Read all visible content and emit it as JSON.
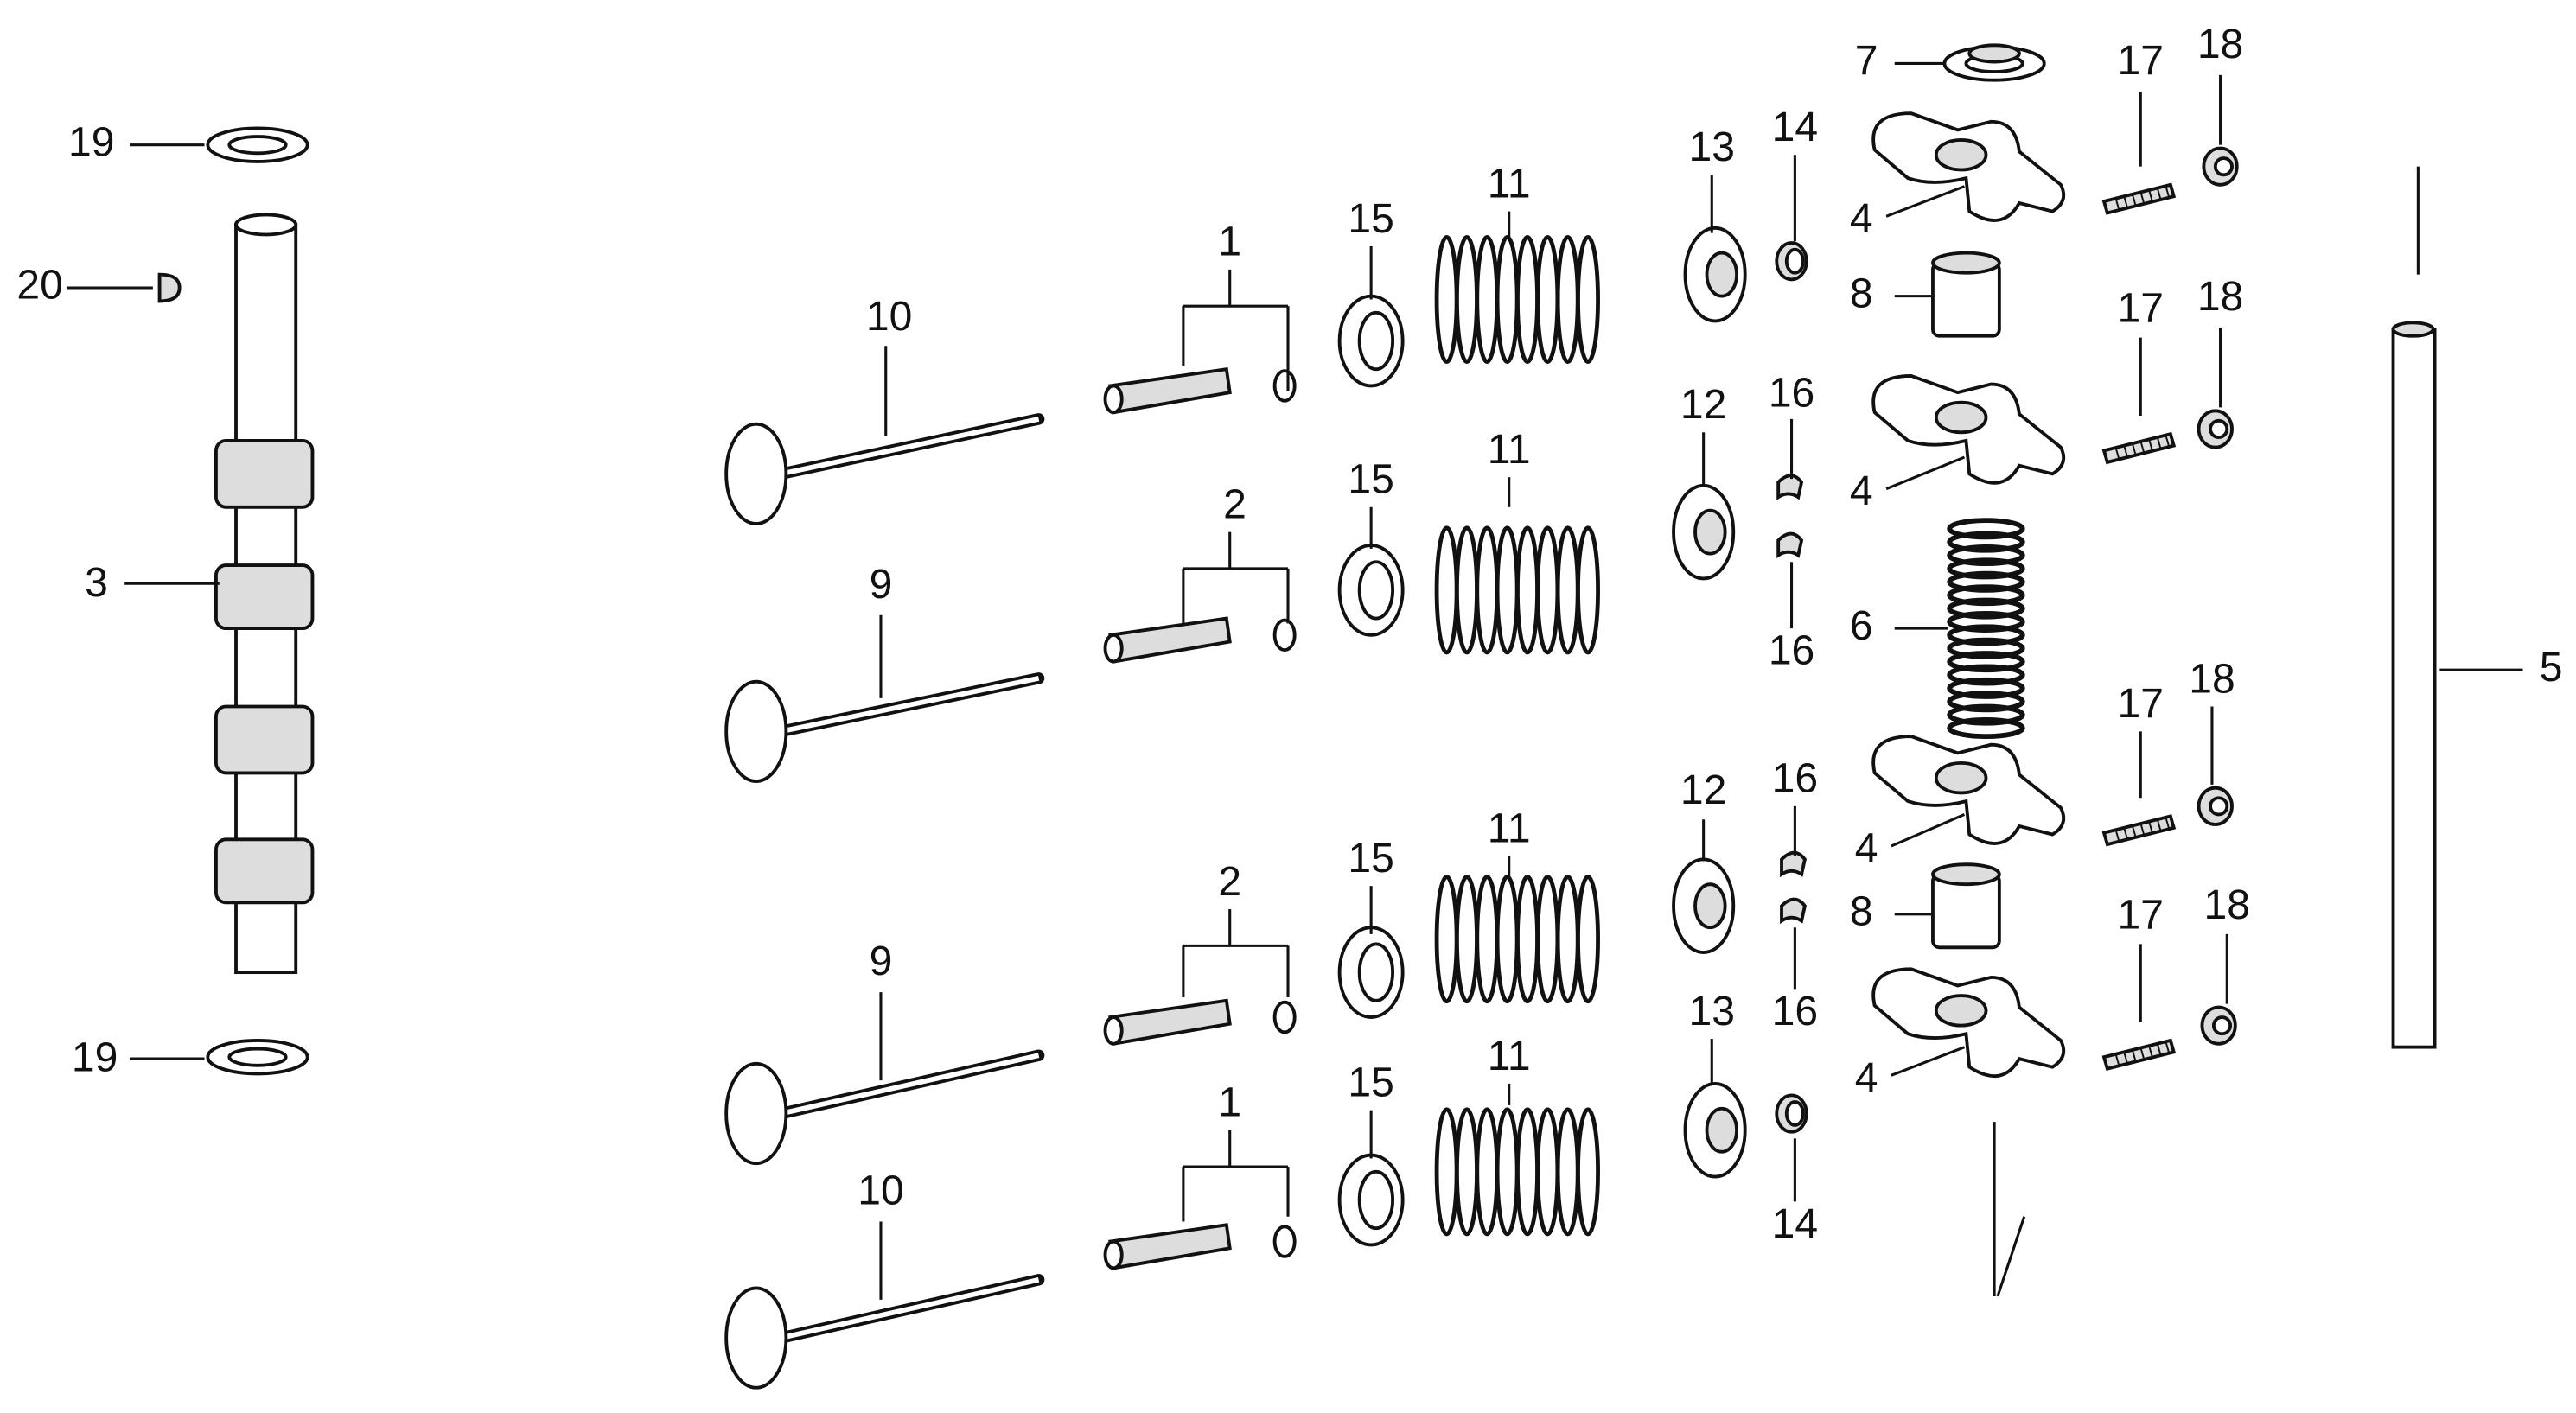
{
  "title": "Camshaft / valve train exploded parts diagram",
  "parts": {
    "p1": "1",
    "p2": "2",
    "p3": "3",
    "p4": "4",
    "p5": "5",
    "p6": "6",
    "p7": "7",
    "p8": "8",
    "p9": "9",
    "p10": "10",
    "p11": "11",
    "p12": "12",
    "p13": "13",
    "p14": "14",
    "p15": "15",
    "p16": "16",
    "p17": "17",
    "p18": "18",
    "p19": "19",
    "p20": "20"
  }
}
